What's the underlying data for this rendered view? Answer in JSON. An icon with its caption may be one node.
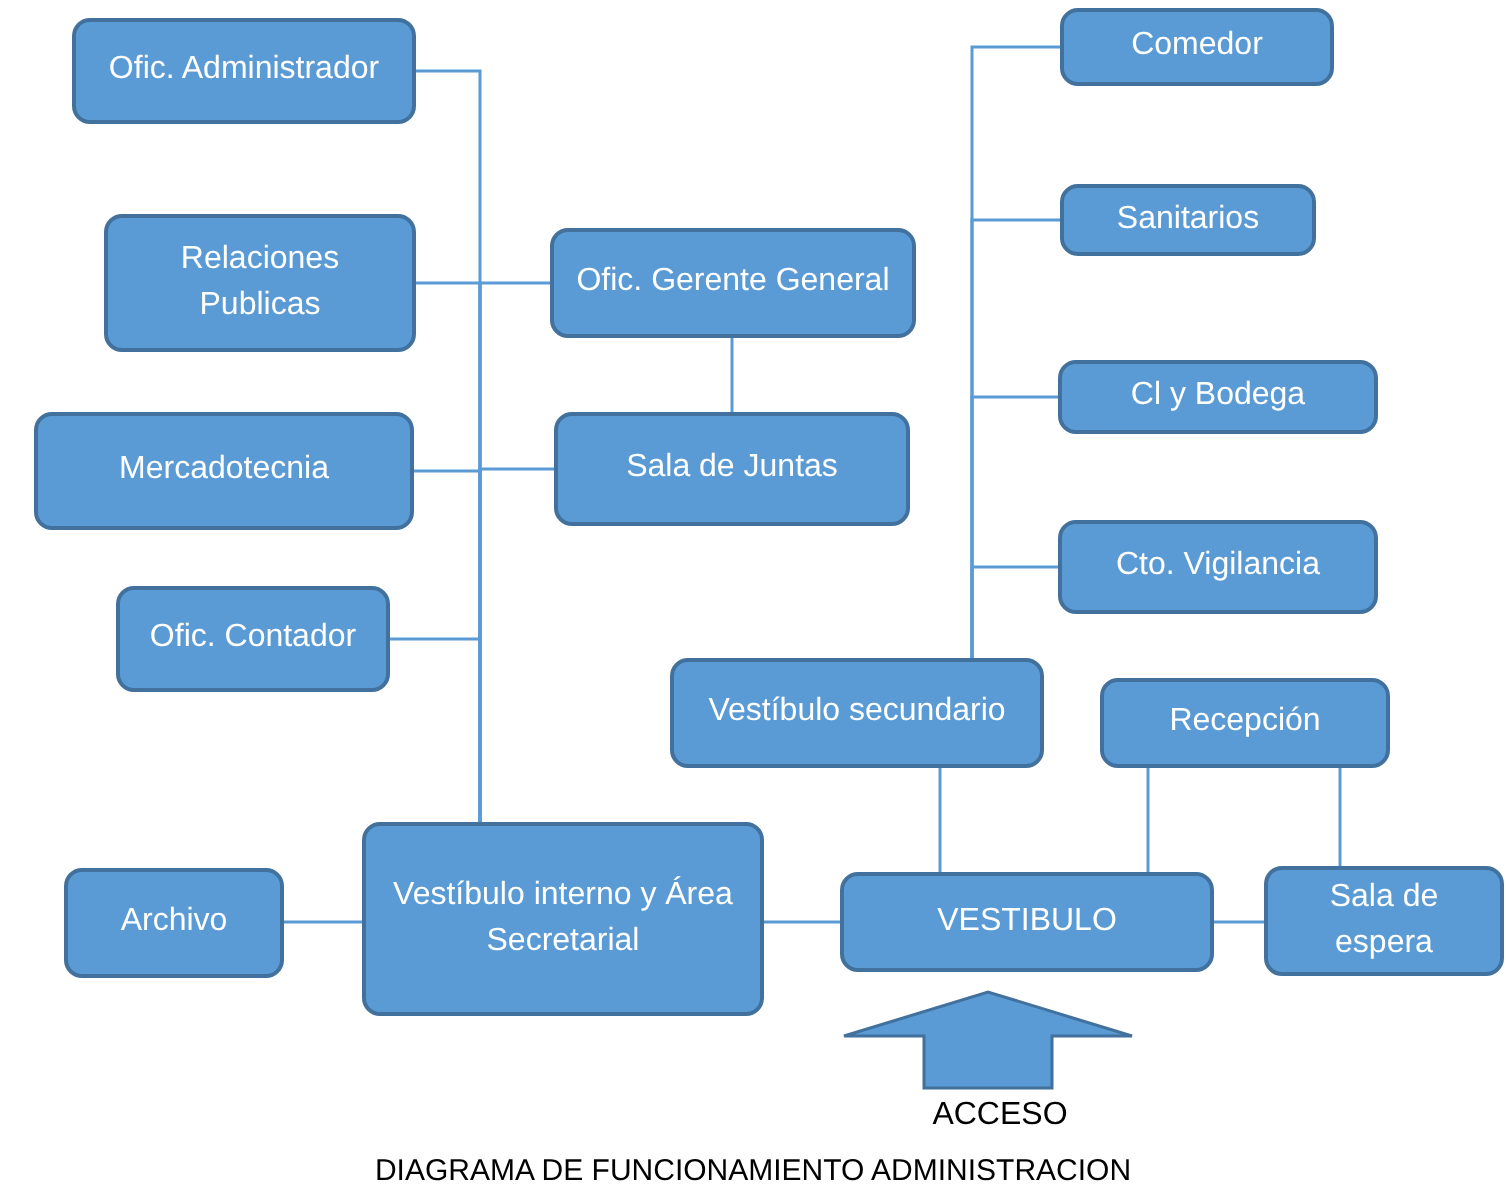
{
  "diagram": {
    "caption": "DIAGRAMA DE FUNCIONAMIENTO ADMINISTRACION",
    "nodes": [
      {
        "text": [
          "Ofic. Administrador"
        ]
      },
      {
        "text": [
          "Relaciones Publicas"
        ]
      },
      {
        "text": [
          "Ofic. Gerente General"
        ]
      },
      {
        "text": [
          "Mercadotecnia"
        ]
      },
      {
        "text": [
          "Sala de Juntas"
        ]
      },
      {
        "text": [
          "Ofic. Contador"
        ]
      },
      {
        "text": [
          "Comedor"
        ]
      },
      {
        "text": [
          "Sanitarios"
        ]
      },
      {
        "text": [
          "Cl y Bodega"
        ]
      },
      {
        "text": [
          "Cto. Vigilancia"
        ]
      },
      {
        "text": [
          "Vestíbulo secundario"
        ]
      },
      {
        "text": [
          "Recepción"
        ]
      },
      {
        "text": [
          "Archivo"
        ]
      },
      {
        "text": [
          "Vestíbulo interno y Área Secretarial"
        ]
      },
      {
        "text": [
          "VESTIBULO"
        ]
      },
      {
        "text": [
          "Sala de espera"
        ]
      },
      {
        "text": [
          "ACCESO"
        ]
      }
    ],
    "edges": [
      {
        "from": 13,
        "to": 0,
        "arrow": "none"
      },
      {
        "from": 13,
        "to": 1,
        "arrow": "none"
      },
      {
        "from": 13,
        "to": 2,
        "arrow": "none"
      },
      {
        "from": 13,
        "to": 3,
        "arrow": "none"
      },
      {
        "from": 13,
        "to": 4,
        "arrow": "none"
      },
      {
        "from": 13,
        "to": 5,
        "arrow": "none"
      },
      {
        "from": 2,
        "to": 4,
        "arrow": "none"
      },
      {
        "from": 10,
        "to": 6,
        "arrow": "none"
      },
      {
        "from": 10,
        "to": 7,
        "arrow": "none"
      },
      {
        "from": 10,
        "to": 8,
        "arrow": "none"
      },
      {
        "from": 10,
        "to": 9,
        "arrow": "none"
      },
      {
        "from": 12,
        "to": 13,
        "arrow": "none"
      },
      {
        "from": 13,
        "to": 14,
        "arrow": "none"
      },
      {
        "from": 14,
        "to": 10,
        "arrow": "none"
      },
      {
        "from": 14,
        "to": 11,
        "arrow": "none"
      },
      {
        "from": 14,
        "to": 15,
        "arrow": "none"
      },
      {
        "from": 11,
        "to": 15,
        "arrow": "none"
      },
      {
        "from": 16,
        "to": 14,
        "arrow": "to",
        "style": "thick"
      }
    ]
  }
}
